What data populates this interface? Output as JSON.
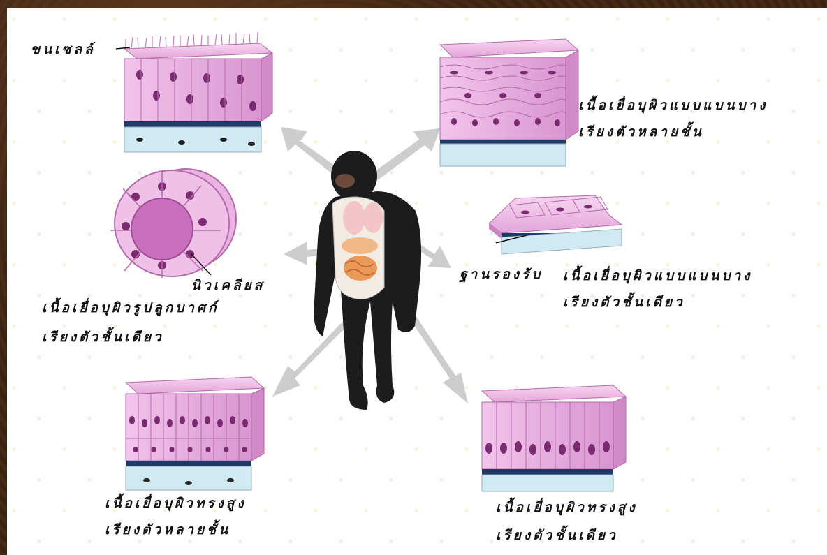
{
  "labels": {
    "cilia": "ขนเซลล์",
    "nucleus": "นิวเคลียส",
    "cuboidal_l1": "เนื้อเยื่อบุผิวรูปลูกบาศก์",
    "cuboidal_l2": "เรียงตัวชั้นเดียว",
    "strat_squamous_l1": "เนื้อเยื่อบุผิวแบบแบนบาง",
    "strat_squamous_l2": "เรียงตัวหลายชั้น",
    "basement": "ฐานรองรับ",
    "simple_squamous_l1": "เนื้อเยื่อบุผิวแบบแบนบาง",
    "simple_squamous_l2": "เรียงตัวชั้นเดียว",
    "strat_columnar_l1": "เนื้อเยื่อบุผิวทรงสูง",
    "strat_columnar_l2": "เรียงตัวหลายชั้น",
    "simple_columnar_l1": "เนื้อเยื่อบุผิวทรงสูง",
    "simple_columnar_l2": "เรียงตัวชั้นเดียว"
  },
  "colors": {
    "tissue": "#e6a8dd",
    "tissue_dark": "#c97fc0",
    "nucleus": "#7a2a6e",
    "basement": "#9ad3e6",
    "arrow": "#c8c8c8",
    "chimp": "#1c1c1c"
  }
}
